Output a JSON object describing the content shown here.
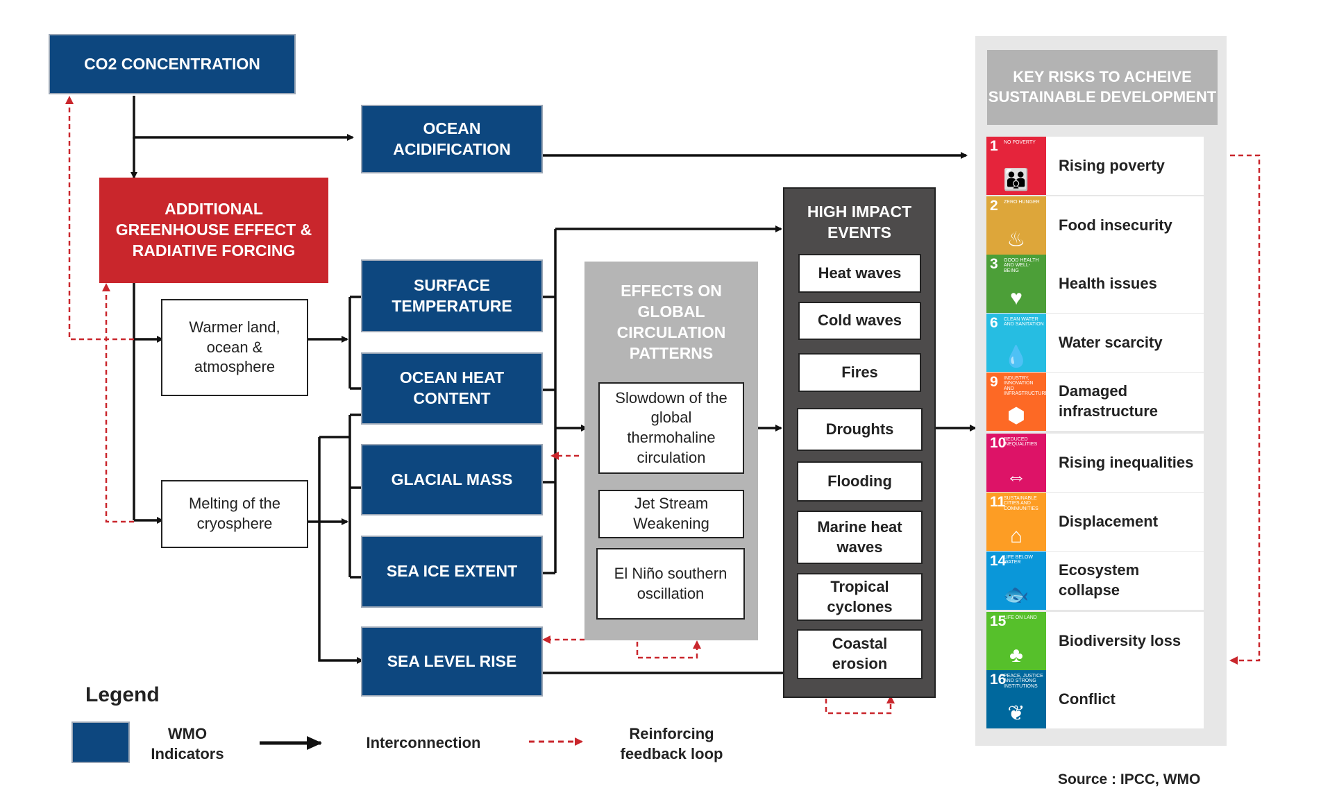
{
  "nodes": {
    "co2": "CO2 CONCENTRATION",
    "ocean_acidification": "OCEAN ACIDIFICATION",
    "greenhouse": "ADDITIONAL GREENHOUSE EFFECT & RADIATIVE FORCING",
    "warmer": "Warmer land, ocean & atmosphere",
    "melting": "Melting of the cryosphere",
    "surface_temperature": "SURFACE TEMPERATURE",
    "ocean_heat": "OCEAN HEAT CONTENT",
    "glacial_mass": "GLACIAL MASS",
    "sea_ice": "SEA ICE EXTENT",
    "sea_level": "SEA LEVEL RISE"
  },
  "circulation": {
    "title": "EFFECTS ON GLOBAL CIRCULATION PATTERNS",
    "items": [
      "Slowdown of the global thermohaline circulation",
      "Jet Stream Weakening",
      "El Niño southern oscillation"
    ]
  },
  "events": {
    "title": "HIGH IMPACT EVENTS",
    "items": [
      "Heat waves",
      "Cold waves",
      "Fires",
      "Droughts",
      "Flooding",
      "Marine heat waves",
      "Tropical cyclones",
      "Coastal erosion"
    ]
  },
  "risks": {
    "title": "KEY RISKS TO ACHEIVE SUSTAINABLE DEVELOPMENT",
    "items": [
      {
        "label": "Rising poverty",
        "sdg_number": "1",
        "sdg_caption": "No Poverty",
        "color": "#e5243b",
        "icon": "people-icon"
      },
      {
        "label": "Food insecurity",
        "sdg_number": "2",
        "sdg_caption": "Zero Hunger",
        "color": "#dda63a",
        "icon": "bowl-icon"
      },
      {
        "label": "Health issues",
        "sdg_number": "3",
        "sdg_caption": "Good Health and Well-being",
        "color": "#4c9f38",
        "icon": "heartbeat-icon"
      },
      {
        "label": "Water scarcity",
        "sdg_number": "6",
        "sdg_caption": "Clean Water and Sanitation",
        "color": "#26bde2",
        "icon": "water-drop-icon"
      },
      {
        "label": "Damaged infrastructure",
        "sdg_number": "9",
        "sdg_caption": "Industry, Innovation and Infrastructure",
        "color": "#fd6925",
        "icon": "cubes-icon"
      },
      {
        "label": "Rising inequalities",
        "sdg_number": "10",
        "sdg_caption": "Reduced Inequalities",
        "color": "#dd1367",
        "icon": "equal-arrows-icon"
      },
      {
        "label": "Displacement",
        "sdg_number": "11",
        "sdg_caption": "Sustainable Cities and Communities",
        "color": "#fd9d24",
        "icon": "city-icon"
      },
      {
        "label": "Ecosystem collapse",
        "sdg_number": "14",
        "sdg_caption": "Life Below Water",
        "color": "#0a97d9",
        "icon": "fish-icon"
      },
      {
        "label": "Biodiversity loss",
        "sdg_number": "15",
        "sdg_caption": "Life on Land",
        "color": "#56c02b",
        "icon": "tree-icon"
      },
      {
        "label": "Conflict",
        "sdg_number": "16",
        "sdg_caption": "Peace, Justice and Strong Institutions",
        "color": "#00689d",
        "icon": "dove-icon"
      }
    ]
  },
  "legend": {
    "title": "Legend",
    "wmo": "WMO Indicators",
    "interconnection": "Interconnection",
    "feedback": "Reinforcing feedback loop"
  },
  "source": "Source : IPCC, WMO",
  "colors": {
    "wmo_blue": "#0d477f",
    "greenhouse_red": "#c9262c",
    "feedback_red": "#c9262c",
    "circulation_grey": "#b5b5b5",
    "events_dark": "#4d4b4b"
  }
}
